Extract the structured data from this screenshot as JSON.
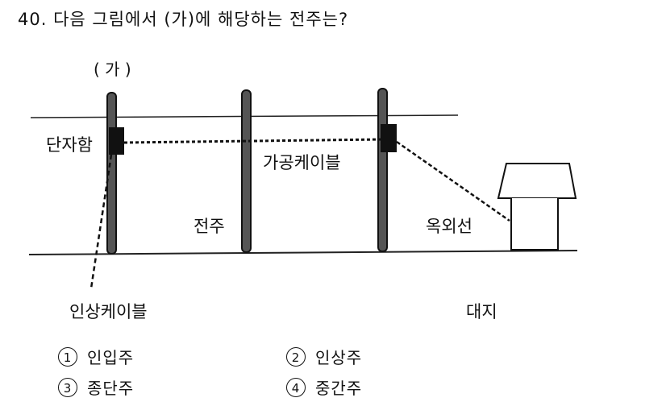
{
  "question": {
    "text": "40. 다음 그림에서 (가)에 해당하는 전주는?"
  },
  "figure": {
    "labels": {
      "ga": "( 가 )",
      "terminal_box": "단자함",
      "aerial_cable": "가공케이블",
      "pole": "전주",
      "outdoor_wire": "옥외선",
      "service_cable": "인상케이블",
      "premises": "대지"
    }
  },
  "choices": [
    {
      "num": "1",
      "label": "인입주"
    },
    {
      "num": "2",
      "label": "인상주"
    },
    {
      "num": "3",
      "label": "종단주"
    },
    {
      "num": "4",
      "label": "중간주"
    }
  ]
}
